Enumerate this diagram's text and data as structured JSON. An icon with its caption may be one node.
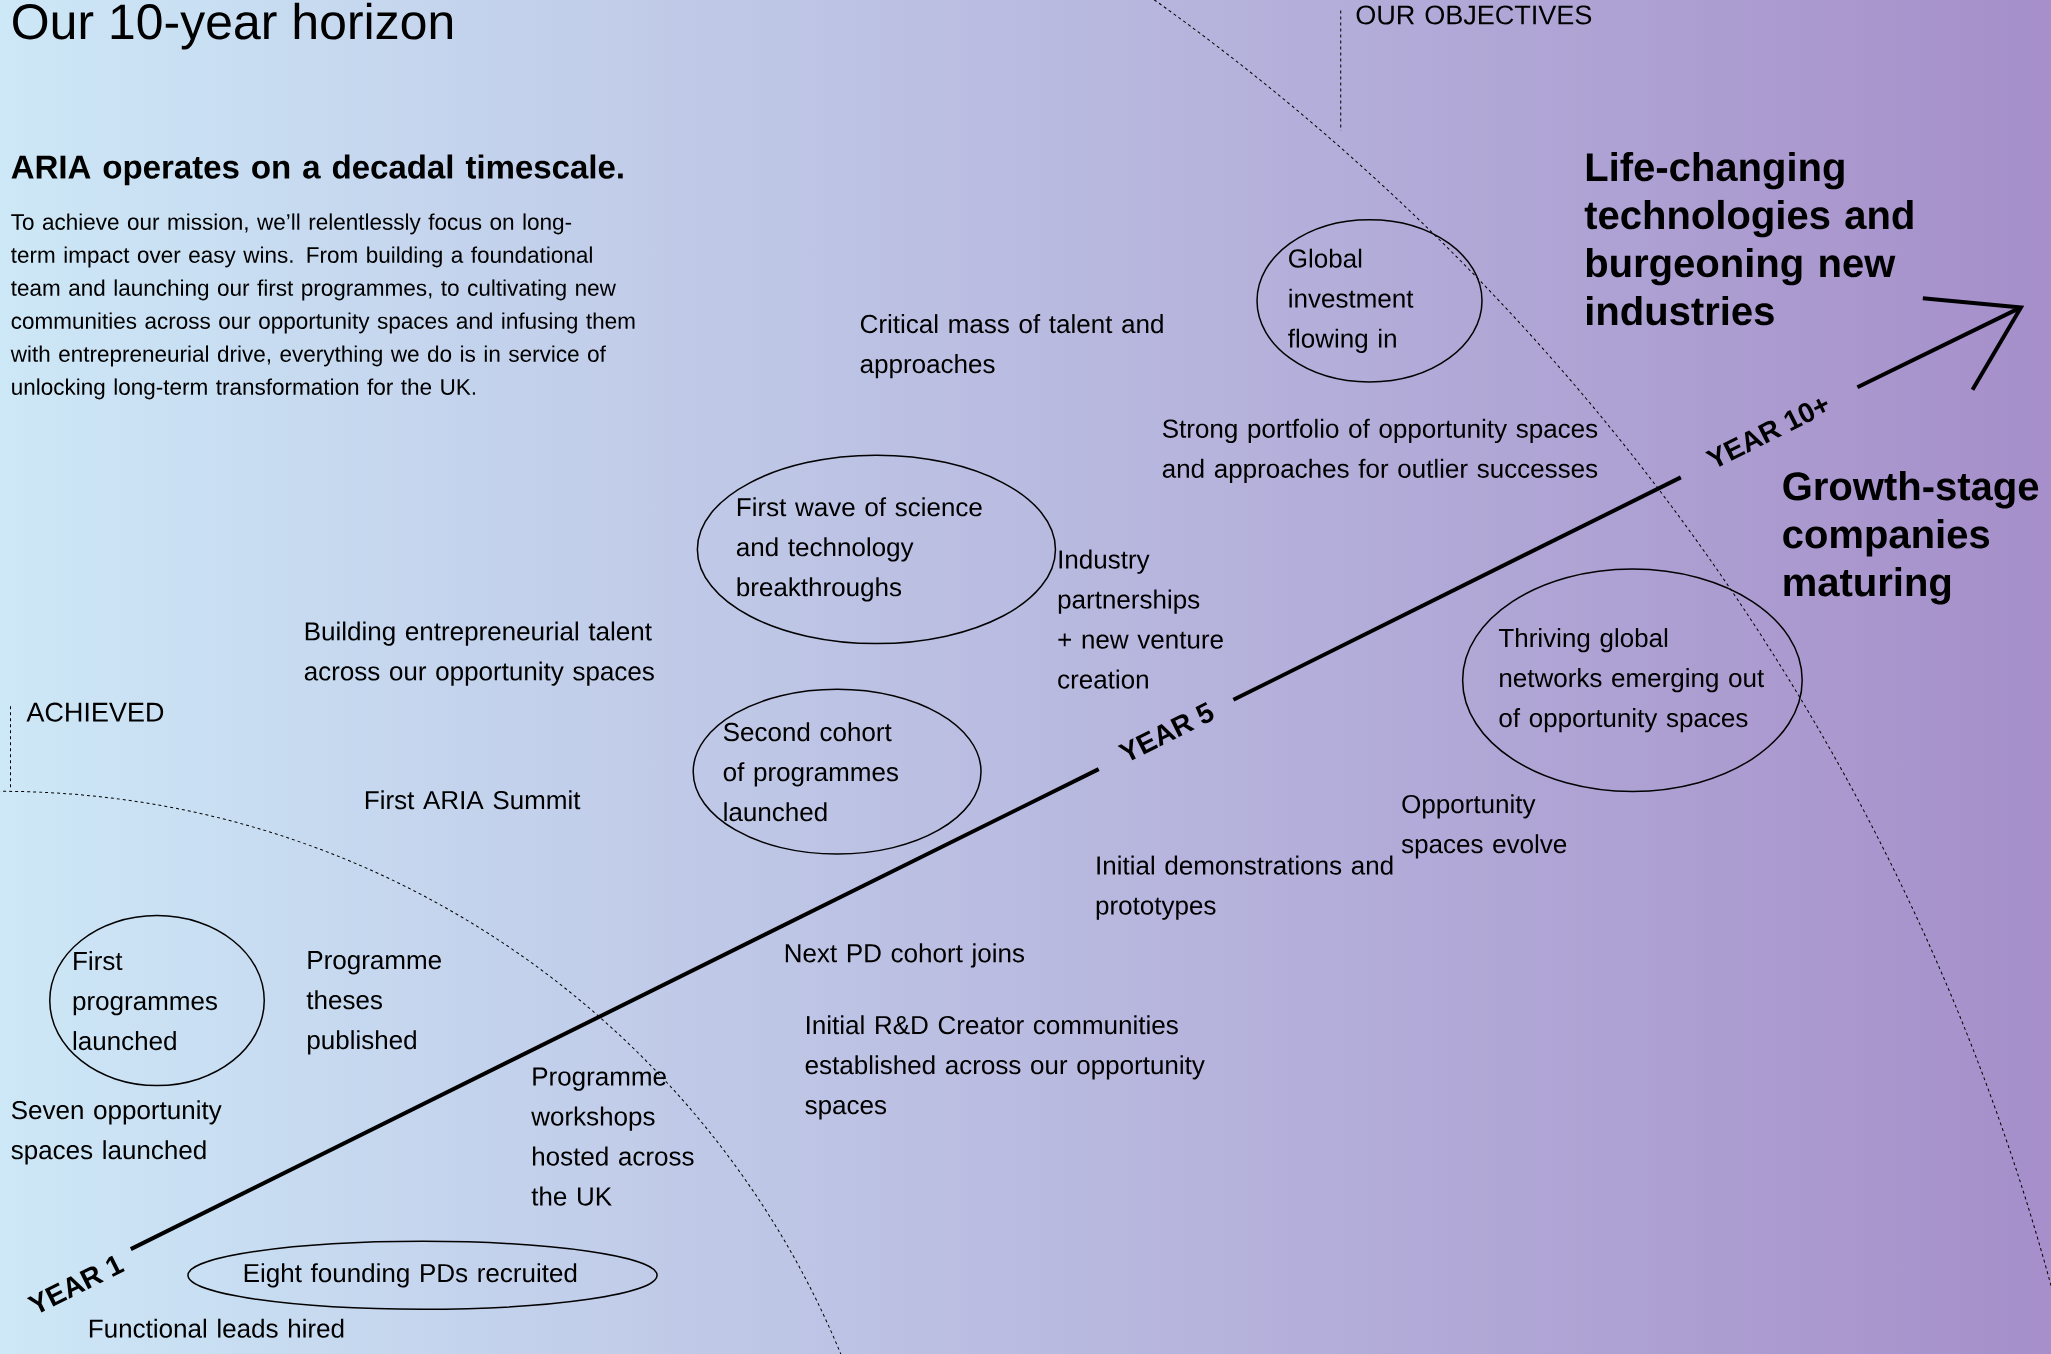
{
  "diagram": {
    "title": "Our 10-year horizon",
    "nodes": [
      {
        "text": [
          "Global investment flowing in"
        ]
      },
      {
        "text": [
          "First wave of science and technology breakthroughs"
        ]
      },
      {
        "text": [
          "Thriving global networks emerging out of opportunity spaces"
        ]
      },
      {
        "text": [
          "Second cohort of programmes launched"
        ]
      },
      {
        "text": [
          "First programmes launched"
        ]
      },
      {
        "text": [
          "Eight founding PDs recruited"
        ]
      }
    ],
    "labels": [
      "ARIA operates on a decadal timescale.",
      "To achieve our mission, we’ll relentlessly focus on long-term impact over easy wins. From building a foundational team and launching our first programmes, to cultivating new communities across our opportunity spaces and infusing them with entrepreneurial drive, everything we do is in service of unlocking long-term transformation for the UK.",
      "OUR OBJECTIVES",
      "Life-changing technologies and burgeoning new industries",
      "Critical mass of talent and approaches",
      "Strong portfolio of opportunity spaces and approaches for outlier successes",
      "YEAR 10+",
      "Growth-stage companies maturing",
      "Industry partnerships + new venture creation",
      "Building entrepreneurial talent across our opportunity spaces",
      "ACHIEVED",
      "YEAR 5",
      "First ARIA Summit",
      "Opportunity spaces evolve",
      "Initial demonstrations and prototypes",
      "Programme theses published",
      "Next PD cohort joins",
      "Initial R&D Creator communities established across our opportunity spaces",
      "Seven opportunity spaces launched",
      "Programme workshops hosted across the UK",
      "YEAR 1",
      "Functional leads hired"
    ]
  }
}
